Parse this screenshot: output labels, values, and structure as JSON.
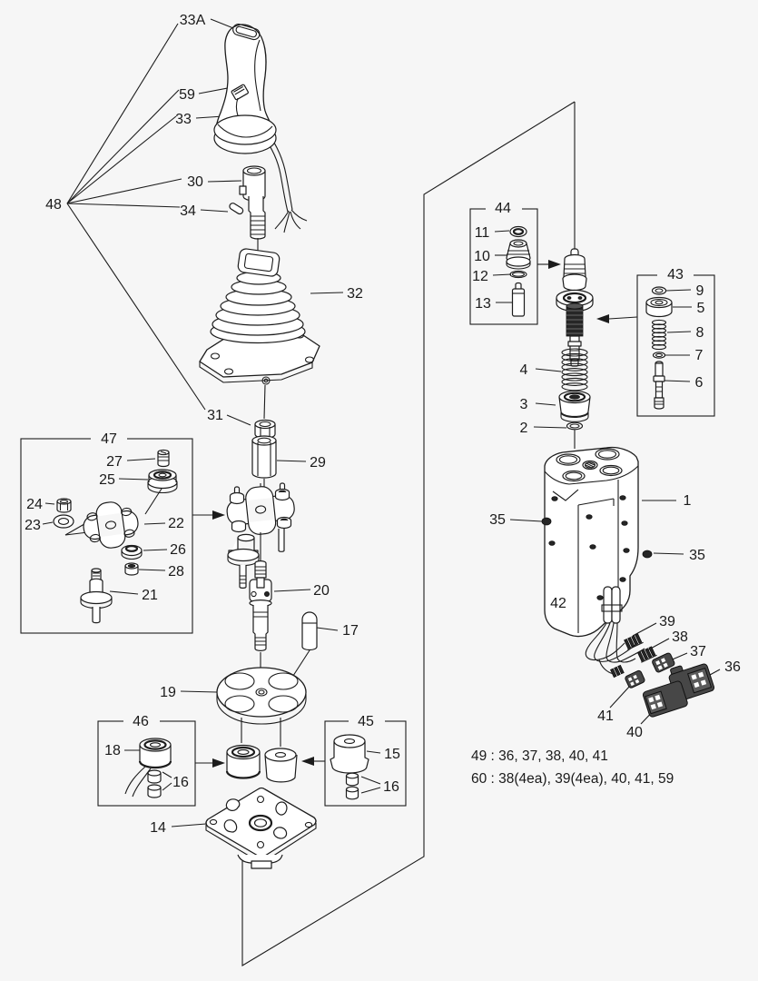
{
  "diagram": {
    "kind": "exploded-parts-diagram",
    "subject": "pilot valve / joystick control assembly"
  },
  "colors": {
    "background": "#f6f6f6",
    "line": "#1c1c1c",
    "part_fill": "#ffffff",
    "dark_part": "#262626"
  },
  "labels": {
    "33A": "33A",
    "59": "59",
    "33": "33",
    "30": "30",
    "34": "34",
    "48": "48",
    "32": "32",
    "31": "31",
    "29": "29",
    "47": "47",
    "27": "27",
    "25": "25",
    "24": "24",
    "23": "23",
    "22": "22",
    "26": "26",
    "28": "28",
    "21": "21",
    "20": "20",
    "17": "17",
    "19": "19",
    "46": "46",
    "18": "18",
    "16": "16",
    "45": "45",
    "15": "15",
    "14": "14",
    "44": "44",
    "11": "11",
    "10": "10",
    "12": "12",
    "13": "13",
    "43": "43",
    "9": "9",
    "5": "5",
    "8": "8",
    "7": "7",
    "6": "6",
    "4": "4",
    "3": "3",
    "2": "2",
    "1": "1",
    "35": "35",
    "42": "42",
    "39": "39",
    "38": "38",
    "37": "37",
    "36": "36",
    "41": "41",
    "40": "40"
  },
  "notes": {
    "line1": "49 : 36, 37, 38, 40, 41",
    "line2": "60 : 38(4ea), 39(4ea), 40, 41, 59"
  }
}
